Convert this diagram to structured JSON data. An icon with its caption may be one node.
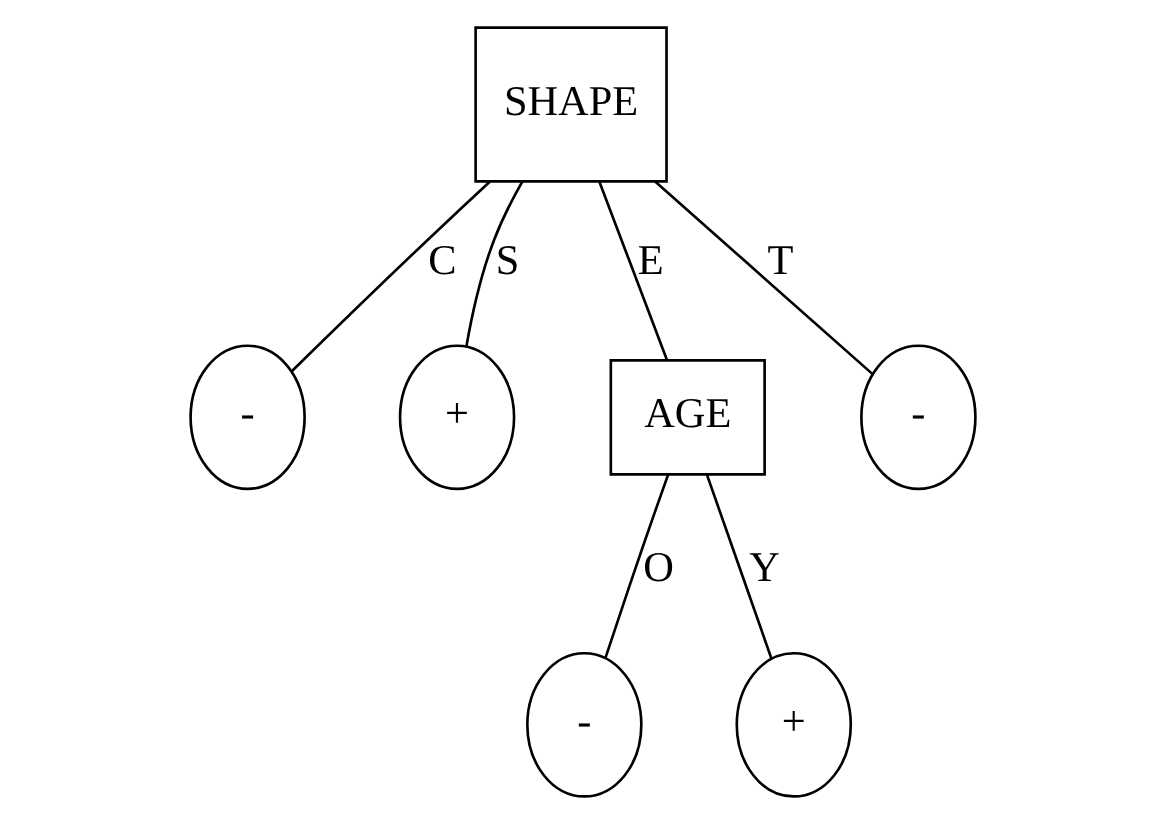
{
  "diagram": {
    "nodes": [
      {
        "text": [
          "SHAPE"
        ]
      },
      {
        "text": [
          "-"
        ]
      },
      {
        "text": [
          "+"
        ]
      },
      {
        "text": [
          "AGE"
        ]
      },
      {
        "text": [
          "-"
        ]
      },
      {
        "text": [
          "-"
        ]
      },
      {
        "text": [
          "+"
        ]
      }
    ],
    "edges": [
      {
        "from": 0,
        "to": 1,
        "arrow": "none",
        "label": "C"
      },
      {
        "from": 0,
        "to": 2,
        "arrow": "none",
        "label": "S"
      },
      {
        "from": 0,
        "to": 3,
        "arrow": "none",
        "label": "E"
      },
      {
        "from": 0,
        "to": 4,
        "arrow": "none",
        "label": "T"
      },
      {
        "from": 3,
        "to": 5,
        "arrow": "none",
        "label": "O"
      },
      {
        "from": 3,
        "to": 6,
        "arrow": "none",
        "label": "Y"
      }
    ]
  }
}
